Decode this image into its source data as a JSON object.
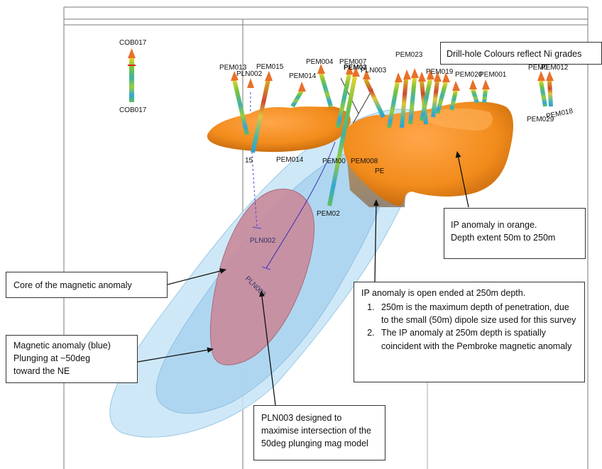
{
  "colors": {
    "orange_body": "#e98514",
    "orange_light": "#ffa64a",
    "blue_halo": "#bde0f5",
    "blue_mid": "#a7d1ee",
    "pink_core": "#c58a9b",
    "frame": "#777777",
    "arrow": "#111111"
  },
  "hole_labels": {
    "cob017_top": "COB017",
    "cob017_bottom": "COB017",
    "pem013": "PEM013",
    "pln002_top": "PLN002",
    "pem015": "PEM015",
    "pem014_top": "PEM014",
    "pem004": "PEM004",
    "pem007": "PEM007",
    "pem03": "PEM03",
    "pln003_top": "PLN003",
    "pem023": "PEM023",
    "pem019": "PEM019",
    "pem020": "PEM020",
    "pem001": "PEM001",
    "pem0_right": "PEM0",
    "pem012_right": "PEM012",
    "pem029": "PEM029",
    "pem018": "PEM018",
    "pem014_low": "PEM014",
    "pem00_mid": "PEM00",
    "pem008": "PEM008",
    "pe_mid": "PE",
    "pem02": "PEM02",
    "pln002_low": "PLN002",
    "pln003_low": "PLN003",
    "label_15": "15"
  },
  "callouts": {
    "legend": "Drill-hole Colours reflect Ni grades",
    "ip_orange_line1": "IP anomaly in orange.",
    "ip_orange_line2": "Depth extent 50m to 250m",
    "ip_open_title": "IP anomaly is open ended at 250m depth.",
    "ip_open_item1": "250m is the maximum depth of penetration, due to the small (50m) dipole size used for this survey",
    "ip_open_item2": "The IP anomaly at 250m depth is spatially coincident with the Pembroke magnetic anomaly",
    "core": "Core of the magnetic anomaly",
    "mag_line1": "Magnetic anomaly (blue)",
    "mag_line2": "Plunging at ~50deg",
    "mag_line3": "toward the NE",
    "pln_line1": "PLN003 designed to",
    "pln_line2": "maximise intersection of the",
    "pln_line3": "50deg plunging mag model"
  }
}
